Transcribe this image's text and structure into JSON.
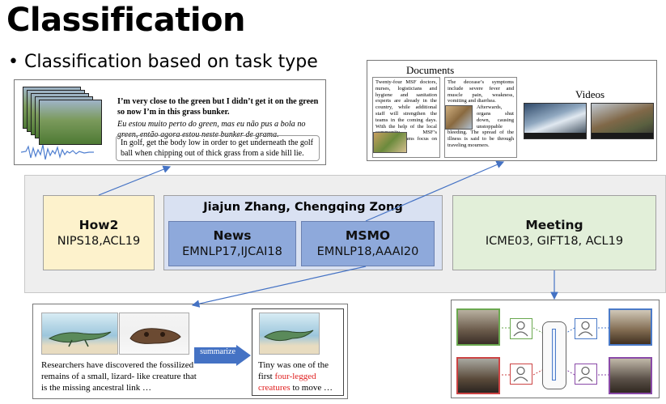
{
  "slide": {
    "title": "Classification",
    "bullet": "Classification based on task type"
  },
  "how2_example": {
    "english": "I’m very close to the green but I didn’t get it on the green so now I’m in this grass bunker.",
    "portuguese": "Eu estou muito perto do green, mas eu não pus a bola no green, então agora estou neste bunker de grama.",
    "summary": "In golf, get the body low in order to get underneath the golf ball when chipping out of thick grass from a side hill lie."
  },
  "documents_example": {
    "documents_label": "Documents",
    "videos_label": "Videos",
    "doc1_text": "Twenty-four MSF doctors, nurses, logisticians and hygiene and sanitation experts are already in the country, while additional staff will strengthen the teams in the coming days. With the help of the local community, MSF’s emergency teams focus on searching.",
    "doc2_text_top": "The decease’s symptoms include severe fever and muscle pain, weakness, vomiting and diarrhea.",
    "doc2_text_side": "Afterwards, organs shut down, causing unstoppable",
    "doc2_text_bottom": "bleeding. The spread of the illness is said to be through traveling mourners."
  },
  "categories": {
    "how2": {
      "name": "How2",
      "venues": "NIPS18,ACL19"
    },
    "group_title": "Jiajun Zhang, Chengqing Zong",
    "news": {
      "name": "News",
      "venues": "EMNLP17,IJCAI18"
    },
    "msmo": {
      "name": "MSMO",
      "venues": "EMNLP18,AAAI20"
    },
    "meeting": {
      "name": "Meeting",
      "venues": "ICME03, GIFT18, ACL19"
    }
  },
  "msmo_example": {
    "article": "Researchers have discovered the fossilized remains of a small, lizard- like creature that is the missing ancestral link …",
    "arrow_label": "summarize",
    "summary_pre": "Tiny was one of the first ",
    "summary_red": "four-legged creatures",
    "summary_post": " to move …"
  },
  "colors": {
    "arrow": "#4472c4",
    "how2_fill": "#fdf2cc",
    "group_fill": "#d9e1f2",
    "subgroup_fill": "#8ea9db",
    "meeting_fill": "#e2efd9",
    "summary_red": "#e02020"
  }
}
